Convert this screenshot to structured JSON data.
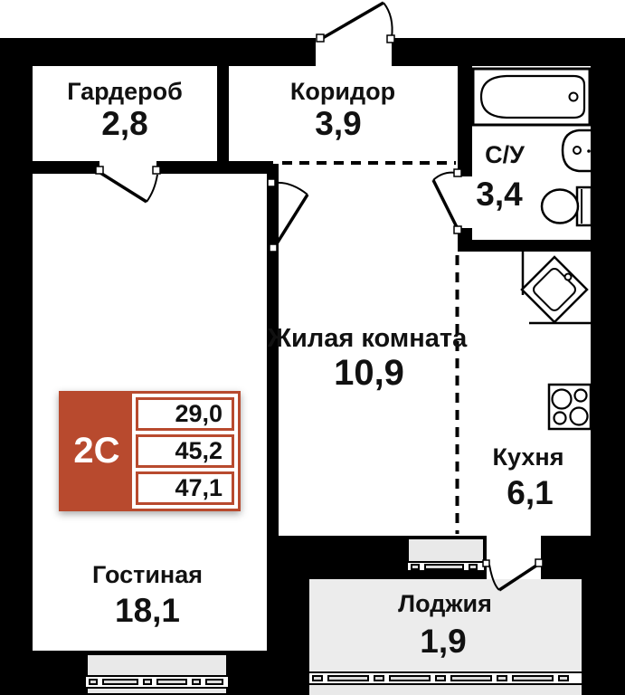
{
  "plan": {
    "rooms": [
      {
        "name": "Гардероб",
        "area": "2,8"
      },
      {
        "name": "Коридор",
        "area": "3,9"
      },
      {
        "name": "С/У",
        "area": "3,4"
      },
      {
        "name": "Жилая комната",
        "area": "10,9"
      },
      {
        "name": "Кухня",
        "area": "6,1"
      },
      {
        "name": "Гостиная",
        "area": "18,1"
      },
      {
        "name": "Лоджия",
        "area": "1,9"
      }
    ],
    "badge": {
      "label": "2С",
      "rows": [
        "29,0",
        "45,2",
        "47,1"
      ]
    },
    "colors": {
      "wall": "#000000",
      "floor": "#ffffff",
      "loggia": "#ececec",
      "accent": "#b84a2e"
    },
    "fixtures": [
      "bathtub",
      "sink",
      "toilet",
      "corner-sink",
      "stove"
    ]
  }
}
